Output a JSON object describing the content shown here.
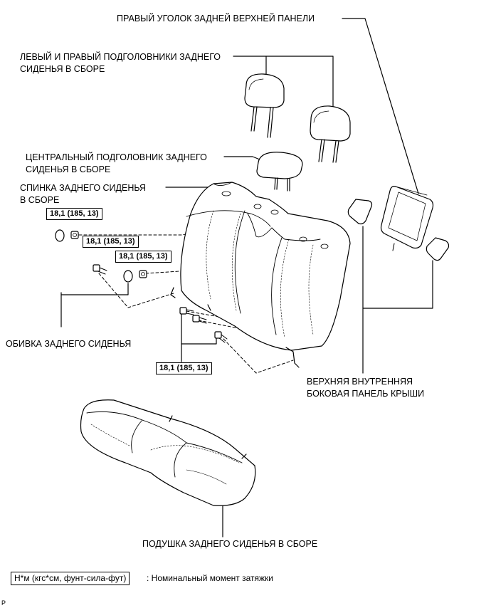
{
  "labels": {
    "rear_upper_panel_corner": "ПРАВЫЙ УГОЛОК ЗАДНЕЙ ВЕРХНЕЙ ПАНЕЛИ",
    "headrest_lr_line1": "ЛЕВЫЙ И ПРАВЫЙ ПОДГОЛОВНИКИ ЗАДНЕГО",
    "headrest_lr_line2": "СИДЕНЬЯ В СБОРЕ",
    "headrest_center_line1": "ЦЕНТРАЛЬНЫЙ ПОДГОЛОВНИК ЗАДНЕГО",
    "headrest_center_line2": "СИДЕНЬЯ В СБОРЕ",
    "seatback_line1": "СПИНКА ЗАДНЕГО СИДЕНЬЯ",
    "seatback_line2": "В СБОРЕ",
    "seat_trim": "ОБИВКА ЗАДНЕГО СИДЕНЬЯ",
    "roof_panel_line1": "ВЕРХНЯЯ ВНУТРЕННЯЯ",
    "roof_panel_line2": "БОКОВАЯ ПАНЕЛЬ КРЫШИ",
    "cushion": "ПОДУШКА ЗАДНЕГО СИДЕНЬЯ В СБОРЕ"
  },
  "torque": {
    "t1": "18,1 (185, 13)",
    "t2": "18,1 (185, 13)",
    "t3": "18,1 (185, 13)",
    "t4": "18,1 (185, 13)"
  },
  "legend": {
    "unit": "Н*м (кгс*см, фунт-сила-фут)",
    "description": ": Номинальный момент затяжки"
  },
  "corner_mark": "P"
}
